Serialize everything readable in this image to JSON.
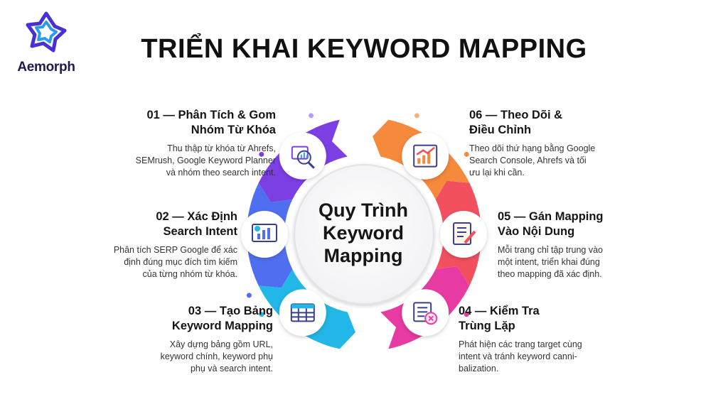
{
  "brand": {
    "name": "Aemorph",
    "logo_icon": "star-knot-logo",
    "logo_color": "#4b2fd6"
  },
  "title": "TRIỂN KHAI KEYWORD MAPPING",
  "center": {
    "lines": [
      "Quy Trình",
      "Keyword",
      "Mapping"
    ]
  },
  "steps": [
    {
      "heading": [
        "01 — Phân Tích & Gom",
        "Nhóm Từ Khóa"
      ],
      "desc": [
        "Thu thập từ khóa từ Ahrefs,",
        "SEMrush, Google Keyword Planner",
        "và nhóm theo search intent."
      ],
      "icon": "search-analytics-icon",
      "color": "#7b3fe4"
    },
    {
      "heading": [
        "02 — Xác Định",
        "Search Intent"
      ],
      "desc": [
        "Phân tích SERP Google để xác",
        "định đúng mục đích tìm kiếm",
        "của từng nhóm từ khóa."
      ],
      "icon": "chart-presentation-icon",
      "color": "#4f6ff0"
    },
    {
      "heading": [
        "03 — Tạo Bảng",
        "Keyword Mapping"
      ],
      "desc": [
        "Xây dựng bảng gồm URL,",
        "keyword chính, keyword phụ",
        "phụ và search intent."
      ],
      "icon": "table-sheet-icon",
      "color": "#22b7e6"
    },
    {
      "heading": [
        "04 — Kiểm Tra",
        "Trùng Lặp"
      ],
      "desc": [
        "Phát hiện các trang target cùng",
        "intent và tránh keyword canni-",
        "balization."
      ],
      "icon": "duplicate-check-icon",
      "color": "#e83aa3"
    },
    {
      "heading": [
        "05 — Gán Mapping",
        "Vào Nội Dung"
      ],
      "desc": [
        "Mỗi trang chỉ tập trung vào",
        "một intent, triển khai đúng",
        "theo mapping đã xác định."
      ],
      "icon": "document-edit-icon",
      "color": "#f2505f"
    },
    {
      "heading": [
        "06 — Theo Dõi &",
        "Điều Chỉnh"
      ],
      "desc": [
        "Theo dõi thứ hạng bằng Google",
        "Search Console, Ahrefs và tối",
        "ưu lại khi cần."
      ],
      "icon": "growth-chart-icon",
      "color": "#f58a3c"
    }
  ]
}
